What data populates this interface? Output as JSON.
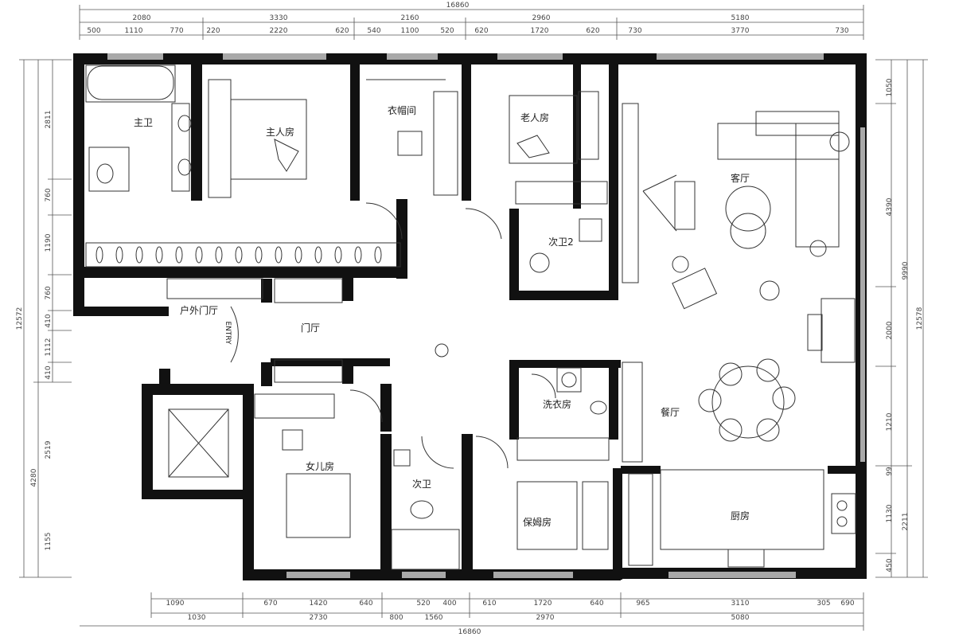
{
  "rooms": {
    "master_bath": "主卫",
    "master_bedroom": "主人房",
    "cloakroom": "衣帽间",
    "elder_room": "老人房",
    "second_bath_2": "次卫2",
    "living_room": "客厅",
    "outdoor_foyer": "户外门厅",
    "entry": "ENTRY",
    "foyer": "门厅",
    "laundry": "洗衣房",
    "dining": "餐厅",
    "daughter_room": "女儿房",
    "second_bath": "次卫",
    "nanny_room": "保姆房",
    "kitchen": "厨房"
  },
  "dimensions": {
    "top_total": "16860",
    "top_row1": [
      "2080",
      "3330",
      "2160",
      "2960",
      "5180"
    ],
    "top_row2": [
      "500",
      "1110",
      "770",
      "220",
      "2220",
      "620",
      "540",
      "1100",
      "520",
      "620",
      "1720",
      "620",
      "730",
      "3770",
      "730"
    ],
    "bottom_row1": [
      "1090",
      "670",
      "1420",
      "640",
      "520",
      "400",
      "610",
      "1720",
      "640",
      "965",
      "3110",
      "305",
      "690"
    ],
    "bottom_row2": [
      "1030",
      "2730",
      "800",
      "1560",
      "2970",
      "5080"
    ],
    "bottom_total": "16860",
    "left_total": "12572",
    "left_outer": [
      "4280"
    ],
    "left_inner": [
      "2811",
      "760",
      "1190",
      "760",
      "410",
      "1112",
      "410",
      "2519",
      "1155"
    ],
    "right_total": "12578",
    "right_outer": [
      "9990",
      "2211"
    ],
    "right_inner": [
      "1050",
      "4390",
      "2000",
      "1210",
      "99",
      "1130",
      "450"
    ]
  },
  "colors": {
    "wall": "#111111",
    "line": "#333333",
    "window": "#a9a9a9"
  }
}
